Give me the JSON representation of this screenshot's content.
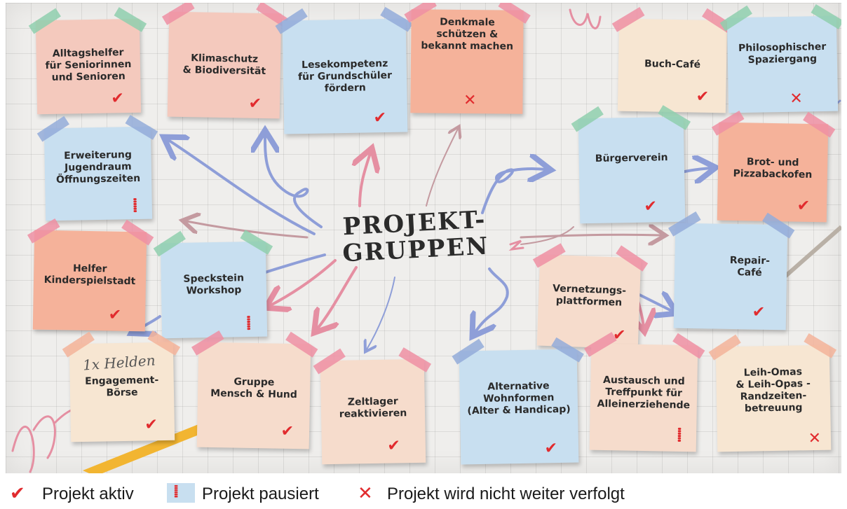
{
  "center": {
    "line1": "PROJEKT-",
    "line2": "GRUPPEN"
  },
  "handwriting": "1x Helden",
  "notes": [
    {
      "id": "alltagshelfer",
      "title": "Alltagshelfer\nfür Seniorinnen\nund Senioren",
      "status": "active"
    },
    {
      "id": "klimaschutz",
      "title": "Klimaschutz\n& Biodiversität",
      "status": "active"
    },
    {
      "id": "lesekompetenz",
      "title": "Lesekompetenz\nfür Grundschüler\nfördern",
      "status": "active"
    },
    {
      "id": "denkmale",
      "title": "Denkmale\nschützen &\nbekannt machen",
      "status": "stopped"
    },
    {
      "id": "buchcafe",
      "title": "Buch-Café",
      "status": "active"
    },
    {
      "id": "philosophisch",
      "title": "Philosophischer\nSpaziergang",
      "status": "stopped"
    },
    {
      "id": "jugendraum",
      "title": "Erweiterung\nJugendraum\nÖffnungszeiten",
      "status": "paused"
    },
    {
      "id": "buergerverein",
      "title": "Bürgerverein",
      "status": "active"
    },
    {
      "id": "brot",
      "title": "Brot- und\nPizzabackofen",
      "status": "active"
    },
    {
      "id": "helfer",
      "title": "Helfer\nKinderspielstadt",
      "status": "active"
    },
    {
      "id": "speckstein",
      "title": "Speckstein\nWorkshop",
      "status": "paused"
    },
    {
      "id": "repair",
      "title": "Repair-\nCafé",
      "status": "active"
    },
    {
      "id": "vernetzung",
      "title": "Vernetzungs-\nplattformen",
      "status": "active"
    },
    {
      "id": "engagement",
      "title": "Engagement-\nBörse",
      "status": "active"
    },
    {
      "id": "mensch_hund",
      "title": "Gruppe\nMensch & Hund",
      "status": "active"
    },
    {
      "id": "zeltlager",
      "title": "Zeltlager\nreaktivieren",
      "status": "active"
    },
    {
      "id": "wohnformen",
      "title": "Alternative\nWohnformen\n(Alter & Handicap)",
      "status": "active"
    },
    {
      "id": "austausch",
      "title": "Austausch und\nTreffpunkt für\nAlleinerziehende",
      "status": "paused"
    },
    {
      "id": "leihomas",
      "title": "Leih-Omas\n& Leih-Opas -\nRandzeiten-\nbetreuung",
      "status": "stopped"
    }
  ],
  "legend": {
    "active": "Projekt aktiv",
    "paused": "Projekt pausiert",
    "stopped": "Projekt wird nicht weiter verfolgt"
  },
  "colors": {
    "mark_red": "#e12b2e",
    "arrow_blue": "#8e9ed8",
    "arrow_pink": "#e58fa2",
    "arrow_mauve": "#c49aa0"
  }
}
